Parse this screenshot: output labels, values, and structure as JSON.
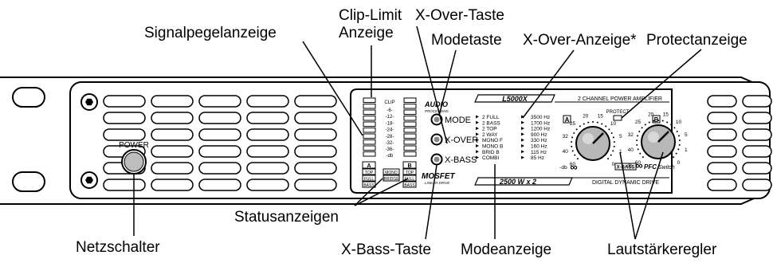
{
  "callouts": {
    "clip_limit_1": "Clip-Limit",
    "clip_limit_2": "Anzeige",
    "signal": "Signalpegelanzeige",
    "xover_taste": "X-Over-Taste",
    "modetaste": "Modetaste",
    "xover_anzeige": "X-Over-Anzeige*",
    "protect": "Protectanzeige",
    "status": "Statusanzeigen",
    "netz": "Netzschalter",
    "xbass_taste": "X-Bass-Taste",
    "modeanzeige": "Modeanzeige",
    "lautstaerke": "Lautstärkeregler"
  },
  "panel": {
    "power_label": "POWER",
    "model": "L5000X",
    "type_label": "2 CHANNEL POWER AMPLIFIER",
    "power_rating": "2500 W x 2",
    "drive_label": "DIGITAL DYNAMIC DRIVE",
    "audio_1": "AUDIO",
    "audio_2": "PROCESSING",
    "mosfet_1": "MOSFET",
    "mosfet_2": "LINEAR DRIVE",
    "clip_label": "CLIP",
    "db_label": "-db",
    "meter_scale": [
      "-6-",
      "-12-",
      "-18-",
      "-24-",
      "-28-",
      "-32-",
      "-36-"
    ],
    "channel_a": "A",
    "channel_b": "B",
    "top_label": "TOP",
    "full_label": "FULL",
    "bass_label": "BASS",
    "mono_label": "MONO",
    "bridge_label": "BRIDGE",
    "buttons": [
      "MODE",
      "X-OVER",
      "X-BASS"
    ],
    "modes": [
      "2 FULL",
      "2 BASS",
      "2 TOP",
      "2 WAY",
      "MONO F",
      "MONO B",
      "BRID B",
      "COMBI"
    ],
    "frequencies": [
      "3500 Hz",
      "1700 Hz",
      "1200 Hz",
      "900 Hz",
      "330 Hz",
      "160 Hz",
      "115 Hz",
      "85 Hz"
    ],
    "protect_label": "PROTECT",
    "xbass_indicator": "X-BASS",
    "pfc_1": "PFC",
    "pfc_2": "Switch",
    "knob_scale": [
      "-db",
      "60",
      "40",
      "32",
      "25",
      "20",
      "15",
      "10",
      "5",
      "1",
      "0"
    ],
    "infinity": "∞"
  }
}
